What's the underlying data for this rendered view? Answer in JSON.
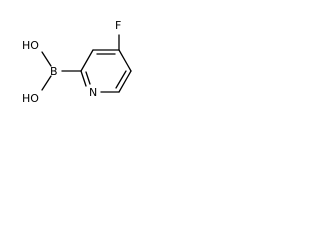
{
  "molecule": {
    "atoms": {
      "fluorine": "F",
      "nitrogen": "N",
      "boron": "B",
      "hydroxyl_top": "HO",
      "hydroxyl_bottom": "HO"
    }
  }
}
